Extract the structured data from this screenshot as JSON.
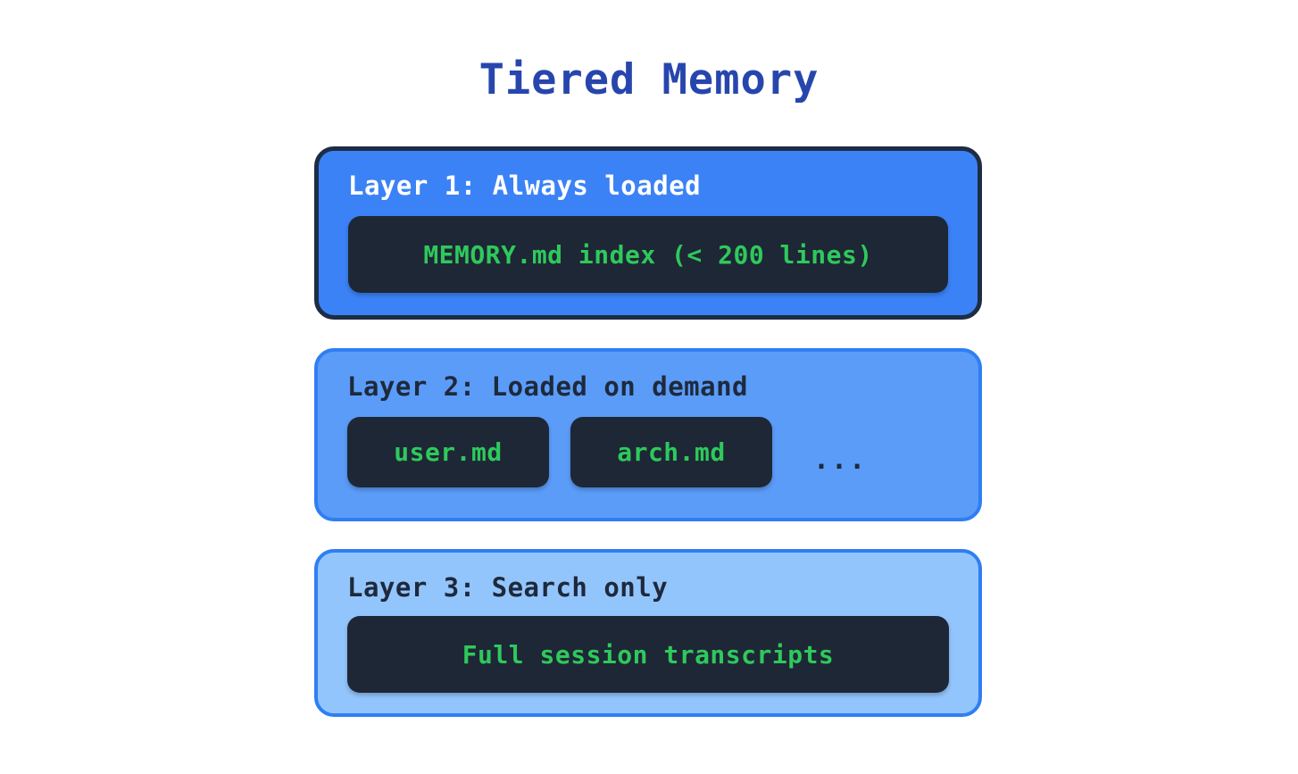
{
  "diagram": {
    "title": "Tiered Memory",
    "title_color": "#2746ad",
    "background_color": "#ffffff",
    "accent_green": "#2ec95c",
    "dark_box_color": "#1e2735"
  },
  "layers": [
    {
      "label": "Layer 1: Always loaded",
      "fill_color": "#3b82f6",
      "border_color": "#1e2c44",
      "label_color": "#ffffff",
      "items": [
        {
          "text": "MEMORY.md index (< 200 lines)"
        }
      ],
      "ellipsis": ""
    },
    {
      "label": "Layer 2: Loaded on demand",
      "fill_color": "#5b9cf8",
      "border_color": "#2f7ef3",
      "label_color": "#1e293b",
      "items": [
        {
          "text": "user.md"
        },
        {
          "text": "arch.md"
        }
      ],
      "ellipsis": "..."
    },
    {
      "label": "Layer 3: Search only",
      "fill_color": "#93c5fd",
      "border_color": "#2f7ef3",
      "label_color": "#1e293b",
      "items": [
        {
          "text": "Full session transcripts"
        }
      ],
      "ellipsis": ""
    }
  ]
}
